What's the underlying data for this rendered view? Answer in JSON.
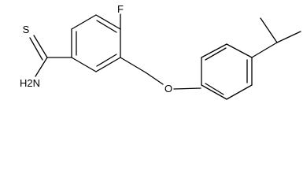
{
  "molecule": {
    "atoms": {
      "thioamide_S": {
        "label": "S"
      },
      "thioamide_N": {
        "label": "H2N"
      },
      "fluorine": {
        "label": "F"
      },
      "ether_O": {
        "label": "O"
      }
    }
  }
}
